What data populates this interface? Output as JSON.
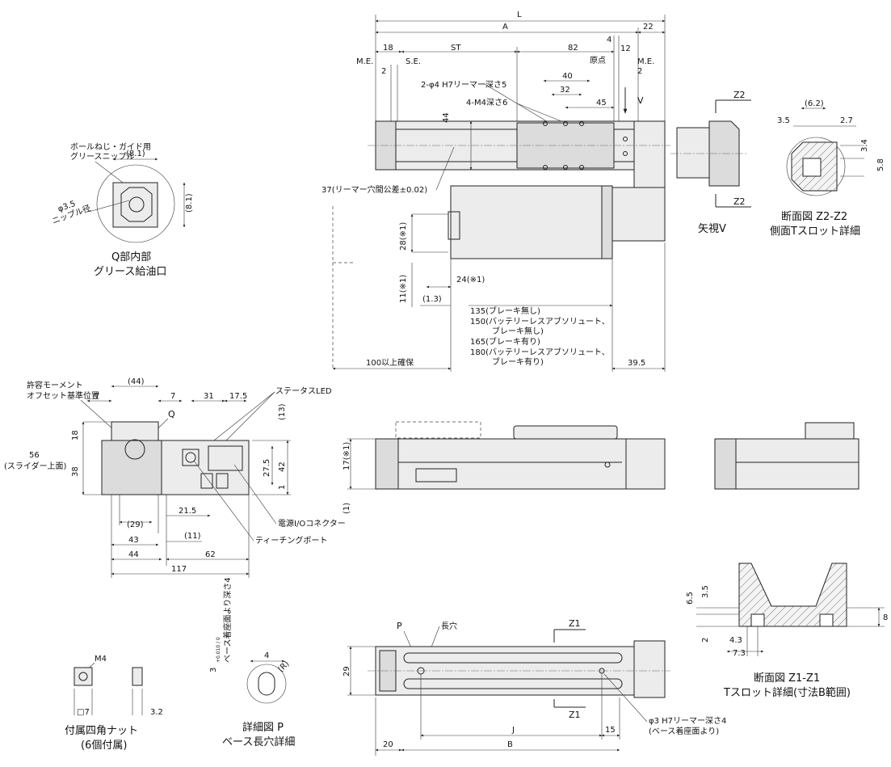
{
  "dimensions": {
    "L": "L",
    "A": "A",
    "d22": "22",
    "d18": "18",
    "ST": "ST",
    "d82": "82",
    "d4a": "4",
    "d12": "12",
    "ME_left": "M.E.",
    "SE": "S.E.",
    "origin": "原点",
    "ME_right": "M.E.",
    "d2_left": "2",
    "d2_right": "2",
    "d40": "40",
    "d32": "32",
    "d45": "45",
    "d44_top": "44",
    "V": "V",
    "d37": "37(リーマー穴間公差±0.02)",
    "d28": "28(※1)",
    "d11": "11(※1)",
    "d24": "24(※1)",
    "d1_3": "(1.3)",
    "d100": "100以上確保",
    "d39_5": "39.5",
    "d7a": "7",
    "d44p": "(44)",
    "d7b": "7",
    "d31": "31",
    "d17_5": "17.5",
    "d13": "(13)",
    "d18_side": "18",
    "d56": "56",
    "d56_note": "(スライダー上面)",
    "d38": "38",
    "d27_5": "27.5",
    "d42": "42",
    "d1_small": "1",
    "d29p": "(29)",
    "d21_5": "21.5",
    "d43": "43",
    "d11p": "(11)",
    "d44_bottom": "44",
    "d62": "62",
    "d117": "117",
    "d17": "17(※1)",
    "d1p": "(1)",
    "d6_2": "(6.2)",
    "d3_5": "3.5",
    "d2_7": "2.7",
    "d3_4": "3.4",
    "d5_8": "5.8",
    "d8_1a": "(8.1)",
    "d8_1b": "(8.1)",
    "phi3_5": "φ3.5",
    "d6_5": "6.5",
    "d3_5b": "3.5",
    "d2_b": "2",
    "d4_3": "4.3",
    "d7_3": "7.3",
    "d8": "8",
    "d29": "29",
    "J": "J",
    "d15": "15",
    "d20": "20",
    "B": "B",
    "d4_det": "4",
    "R": "(R)",
    "d3_det": "3",
    "tol": "+0.010 / 0",
    "M4": "M4",
    "sq7": "□7",
    "d3_2": "3.2"
  },
  "labels": {
    "reamer2": "2-φ4 H7リーマー深さ5",
    "m4": "4-M4深さ6",
    "lengths": [
      "135(ブレーキ無し)",
      "150(バッテリーレスアブソリュート、",
      "ブレーキ無し)",
      "165(ブレーキ有り)",
      "180(バッテリーレスアブソリュート、",
      "ブレーキ有り)"
    ],
    "grease_nipple": [
      "ボールねじ・ガイド用",
      "グリースニップル"
    ],
    "nipple_dia": "ニップル径",
    "q_title": [
      "Q部内部",
      "グリース給油口"
    ],
    "yashi": "矢視V",
    "z2_title": [
      "断面図 Z2-Z2",
      "側面Tスロット詳細"
    ],
    "moment": [
      "許容モーメント",
      "オフセット基準位置"
    ],
    "Q": "Q",
    "status_led": "ステータスLED",
    "power_io": "電源I/Oコネクター",
    "teaching": "ティーチングポート",
    "z1_title": [
      "断面図 Z1-Z1",
      "Tスロット詳細(寸法B範囲)"
    ],
    "P": "P",
    "long_hole": "長穴",
    "Z1": "Z1",
    "Z2": "Z2",
    "reamer3": [
      "φ3 H7リーマー深さ4",
      "(ベース着座面より)"
    ],
    "p_depth": "ベース着座面より深さ4",
    "p_title": [
      "詳細図 P",
      "ベース長穴詳細"
    ],
    "nut_title": [
      "付属四角ナット",
      "(6個付属)"
    ]
  }
}
